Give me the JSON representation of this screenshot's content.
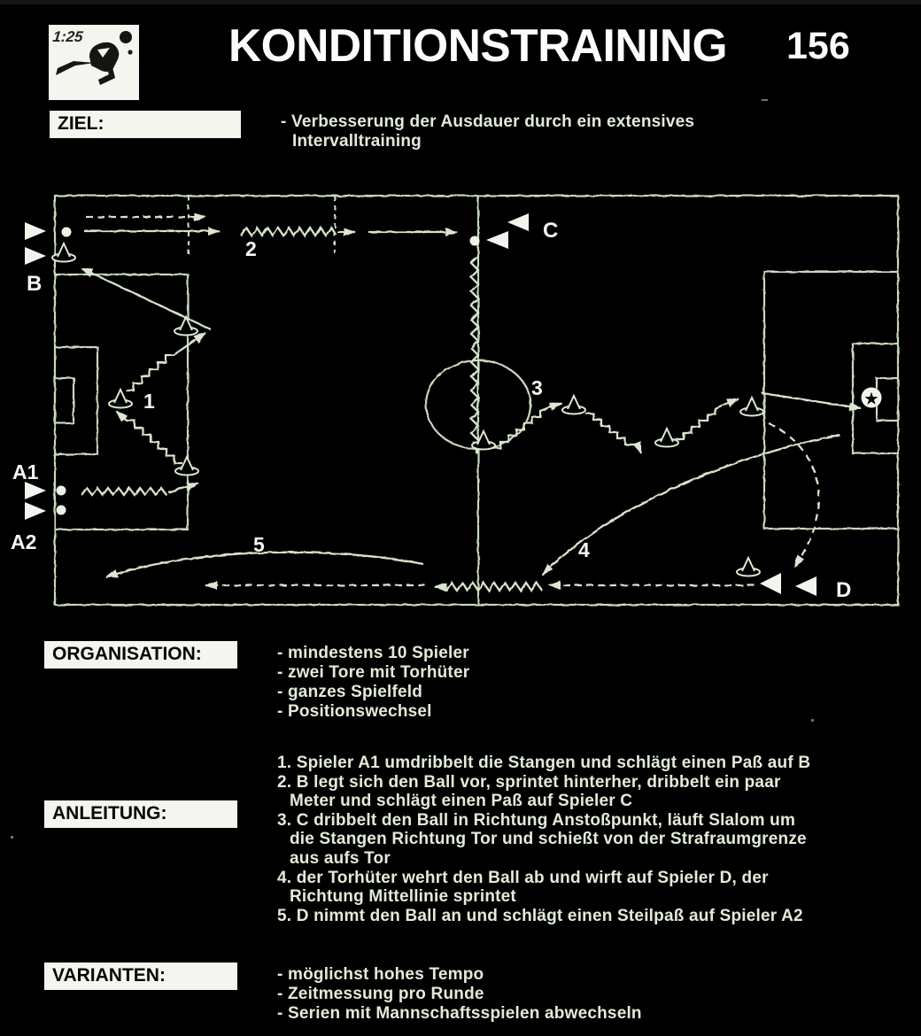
{
  "header": {
    "title": "KONDITIONSTRAINING",
    "page_number": "156",
    "icon_time": "1:25"
  },
  "sections": {
    "ziel": {
      "label": "ZIEL:",
      "lines": [
        "- Verbesserung der Ausdauer durch ein extensives",
        "Intervalltraining"
      ]
    },
    "organisation": {
      "label": "ORGANISATION:",
      "items": [
        "- mindestens 10 Spieler",
        "- zwei Tore mit Torhüter",
        "- ganzes Spielfeld",
        "- Positionswechsel"
      ]
    },
    "anleitung": {
      "label": "ANLEITUNG:",
      "lines": [
        "1. Spieler A1 umdribbelt die Stangen und schlägt einen Paß auf B",
        "2. B legt sich den Ball vor, sprintet hinterher, dribbelt ein paar",
        "Meter und schlägt einen Paß auf Spieler C",
        "3. C dribbelt den Ball in Richtung Anstoßpunkt, läuft Slalom um",
        "die Stangen Richtung Tor und schießt von der Strafraumgrenze",
        "aus aufs Tor",
        "4. der Torhüter wehrt den Ball ab und wirft auf Spieler D, der",
        "Richtung Mittellinie sprintet",
        "5. D nimmt den Ball an und schlägt einen Steilpaß auf Spieler A2"
      ]
    },
    "varianten": {
      "label": "VARIANTEN:",
      "items": [
        "- möglichst hohes Tempo",
        "- Zeitmessung pro Runde",
        "- Serien mit Mannschaftsspielen abwechseln"
      ]
    }
  },
  "field": {
    "labels": {
      "b": "B",
      "c": "C",
      "d": "D",
      "a1": "A1",
      "a2": "A2"
    },
    "step_numbers": {
      "n1": "1",
      "n2": "2",
      "n3": "3",
      "n4": "4",
      "n5": "5"
    },
    "keeper_icon": "★",
    "line_color": "#c8d8bf",
    "bright_color": "#ecf3e4",
    "background_color": "#000000"
  }
}
